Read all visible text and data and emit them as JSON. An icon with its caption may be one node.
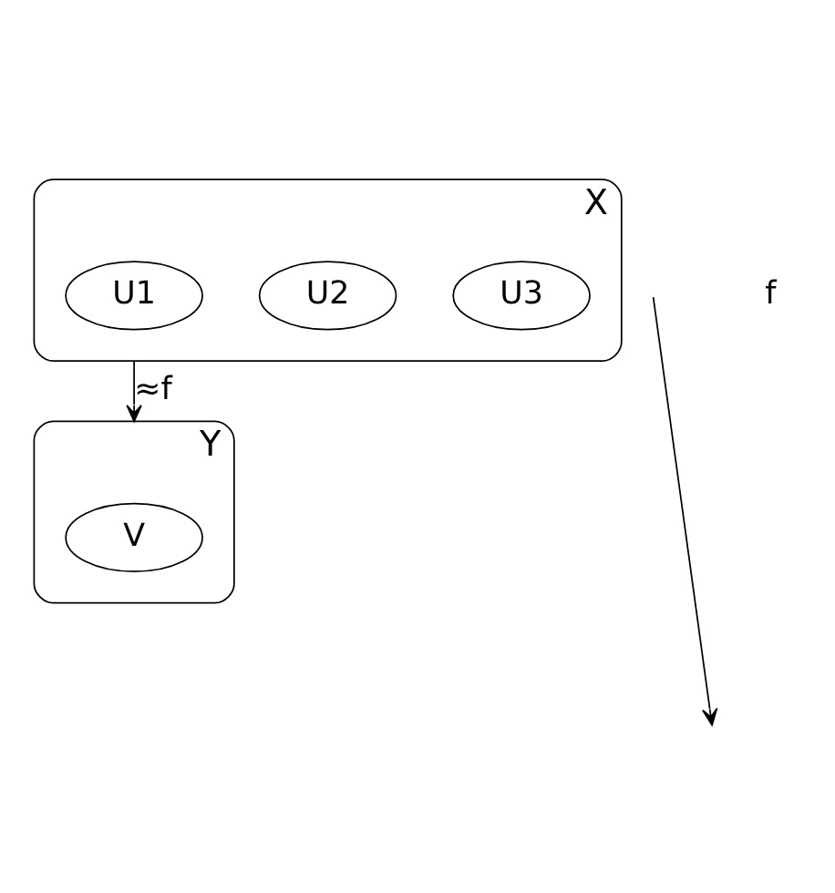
{
  "diagram": {
    "nodes": [
      {
        "text": [
          "X"
        ]
      },
      {
        "text": [
          "U3"
        ],
        "in": 0
      },
      {
        "text": [
          "U2"
        ],
        "in": 0
      },
      {
        "text": [
          "U1"
        ],
        "in": 0
      },
      {
        "text": [
          "Y"
        ]
      },
      {
        "text": [
          "V"
        ],
        "in": 4
      }
    ],
    "edges": [
      {
        "from": 0,
        "to": 4,
        "arrow": "to",
        "label": "≈f"
      }
    ],
    "labels": [
      "f"
    ]
  }
}
